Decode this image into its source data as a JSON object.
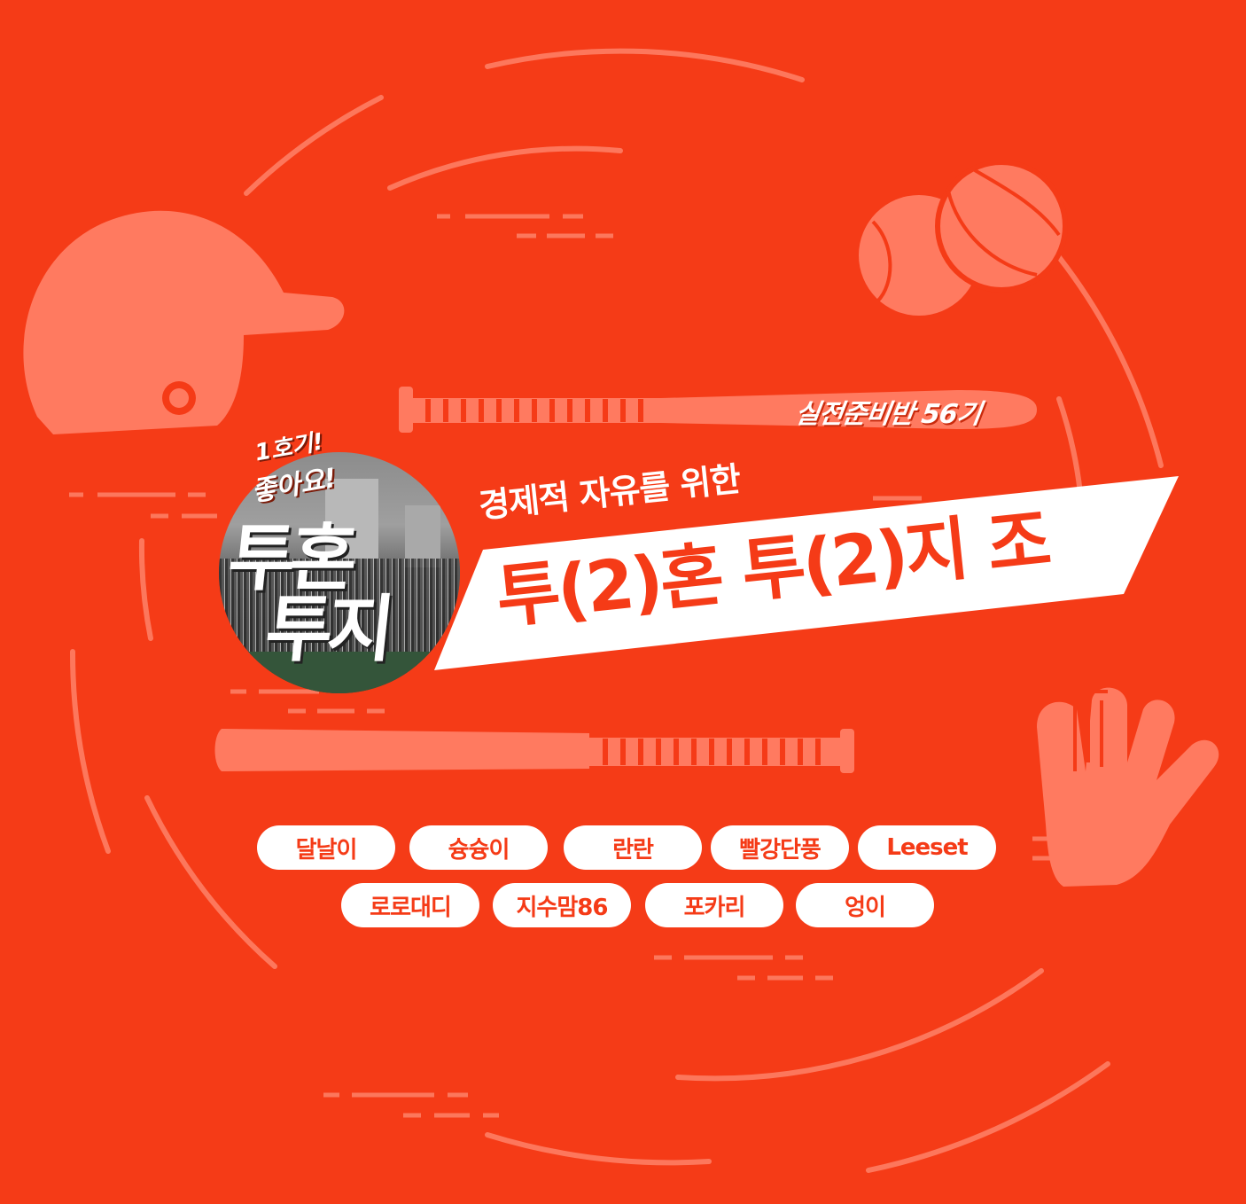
{
  "cohort_badge": "실전준비반 56기",
  "sticker": {
    "line1": "1호기!",
    "line2": "좋아요!"
  },
  "logo": {
    "line1": "투혼",
    "line2": "투지"
  },
  "subtitle": "경제적 자유를 위한",
  "team_name": {
    "part1": "투",
    "paren_open": "(",
    "num1": "2",
    "paren_close": ")",
    "part2": "혼 투",
    "num2": "2",
    "part3": "지 조"
  },
  "members": {
    "row1": [
      "달날이",
      "슝슝이",
      "란란",
      "빨강단풍",
      "Leeset"
    ],
    "row2": [
      "로로대디",
      "지수맘86",
      "포카리",
      "엉이"
    ]
  },
  "colors": {
    "background": "#f53b17",
    "accent_light": "#ff7a60",
    "white": "#ffffff"
  },
  "icons": [
    "batting-helmet-icon",
    "baseballs-icon",
    "baseball-bat-icon",
    "baseball-glove-icon"
  ]
}
